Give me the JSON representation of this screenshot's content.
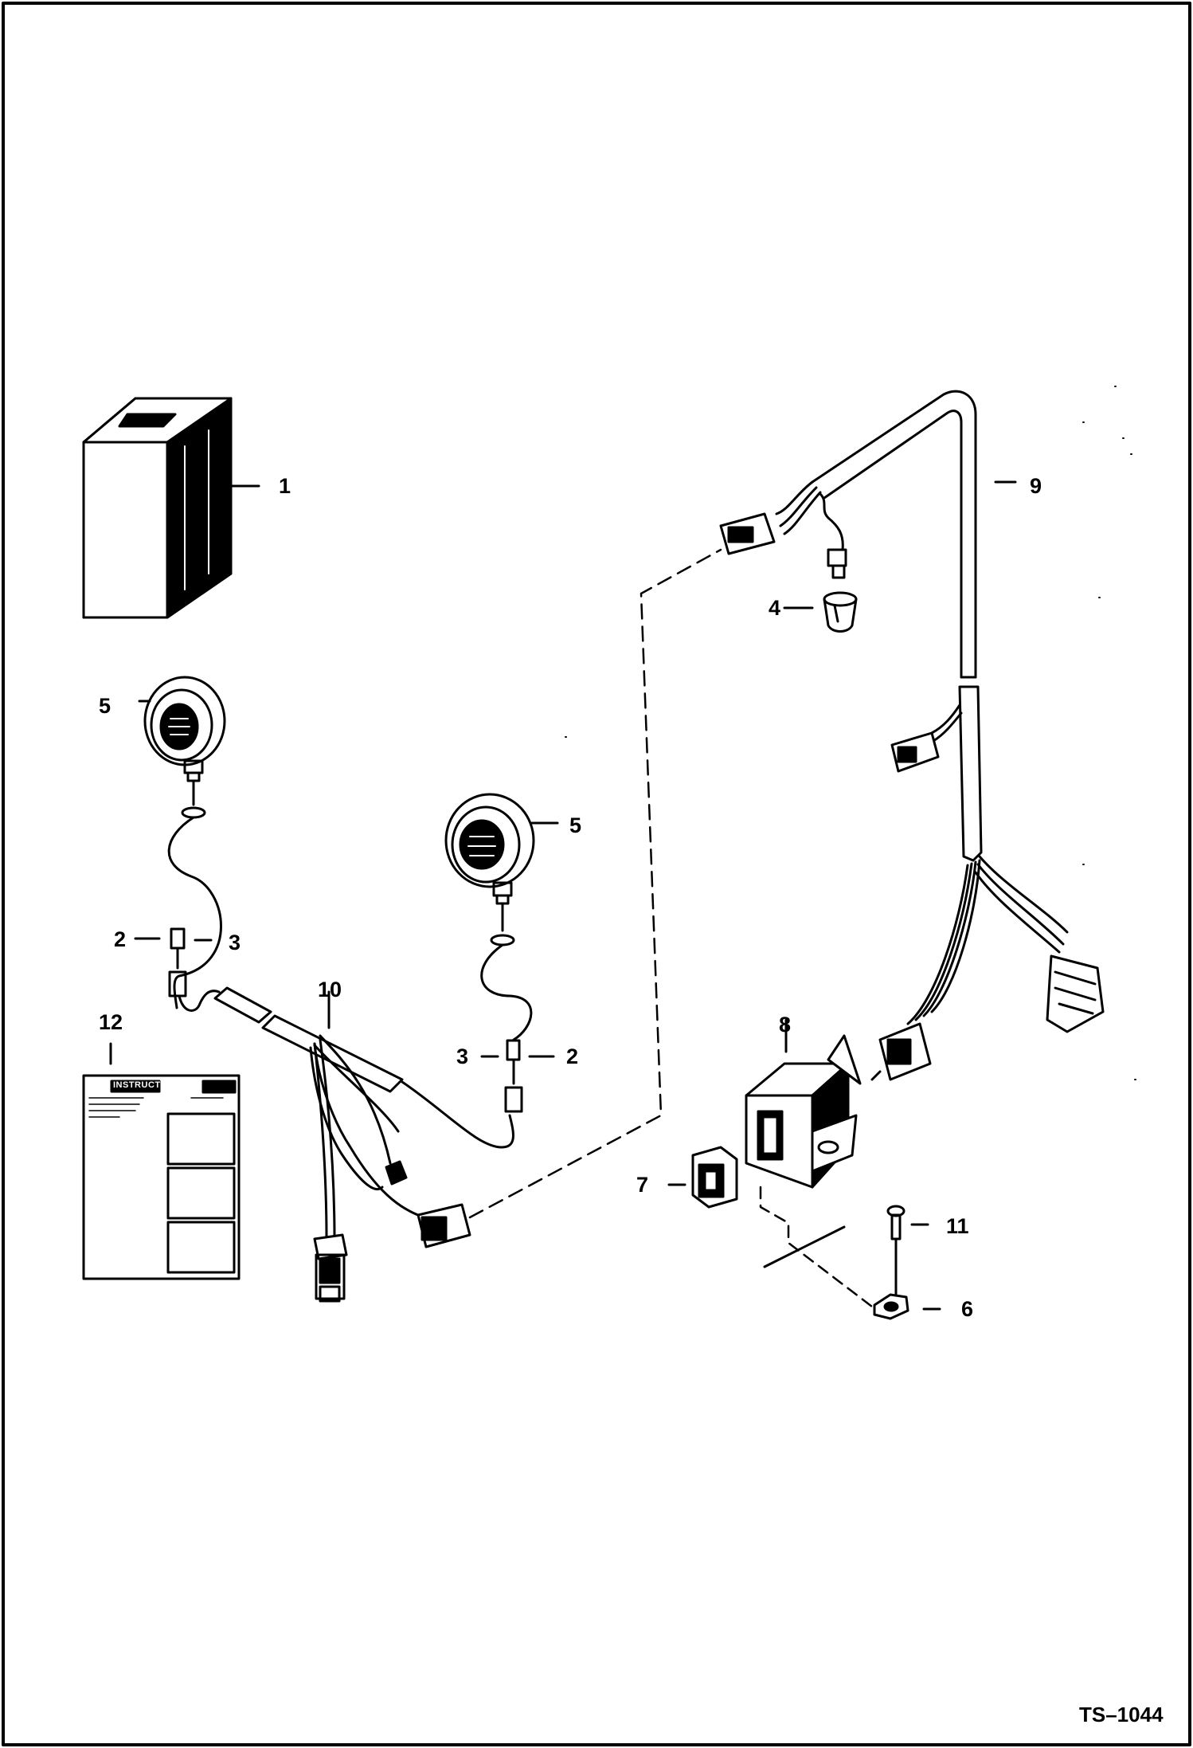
{
  "figure": {
    "reference": "TS–1044"
  },
  "callouts": [
    {
      "id": "c1",
      "text": "1"
    },
    {
      "id": "c2a",
      "text": "2"
    },
    {
      "id": "c3a",
      "text": "3"
    },
    {
      "id": "c4",
      "text": "4"
    },
    {
      "id": "c5a",
      "text": "5"
    },
    {
      "id": "c5b",
      "text": "5"
    },
    {
      "id": "c3b",
      "text": "3"
    },
    {
      "id": "c2b",
      "text": "2"
    },
    {
      "id": "c6",
      "text": "6"
    },
    {
      "id": "c7",
      "text": "7"
    },
    {
      "id": "c8",
      "text": "8"
    },
    {
      "id": "c9",
      "text": "9"
    },
    {
      "id": "c10",
      "text": "10"
    },
    {
      "id": "c11",
      "text": "11"
    },
    {
      "id": "c12",
      "text": "12"
    }
  ],
  "instruction_sheet": {
    "title": "INSTRUCTIONS"
  },
  "colors": {
    "ink": "#000000",
    "paper": "#ffffff"
  }
}
